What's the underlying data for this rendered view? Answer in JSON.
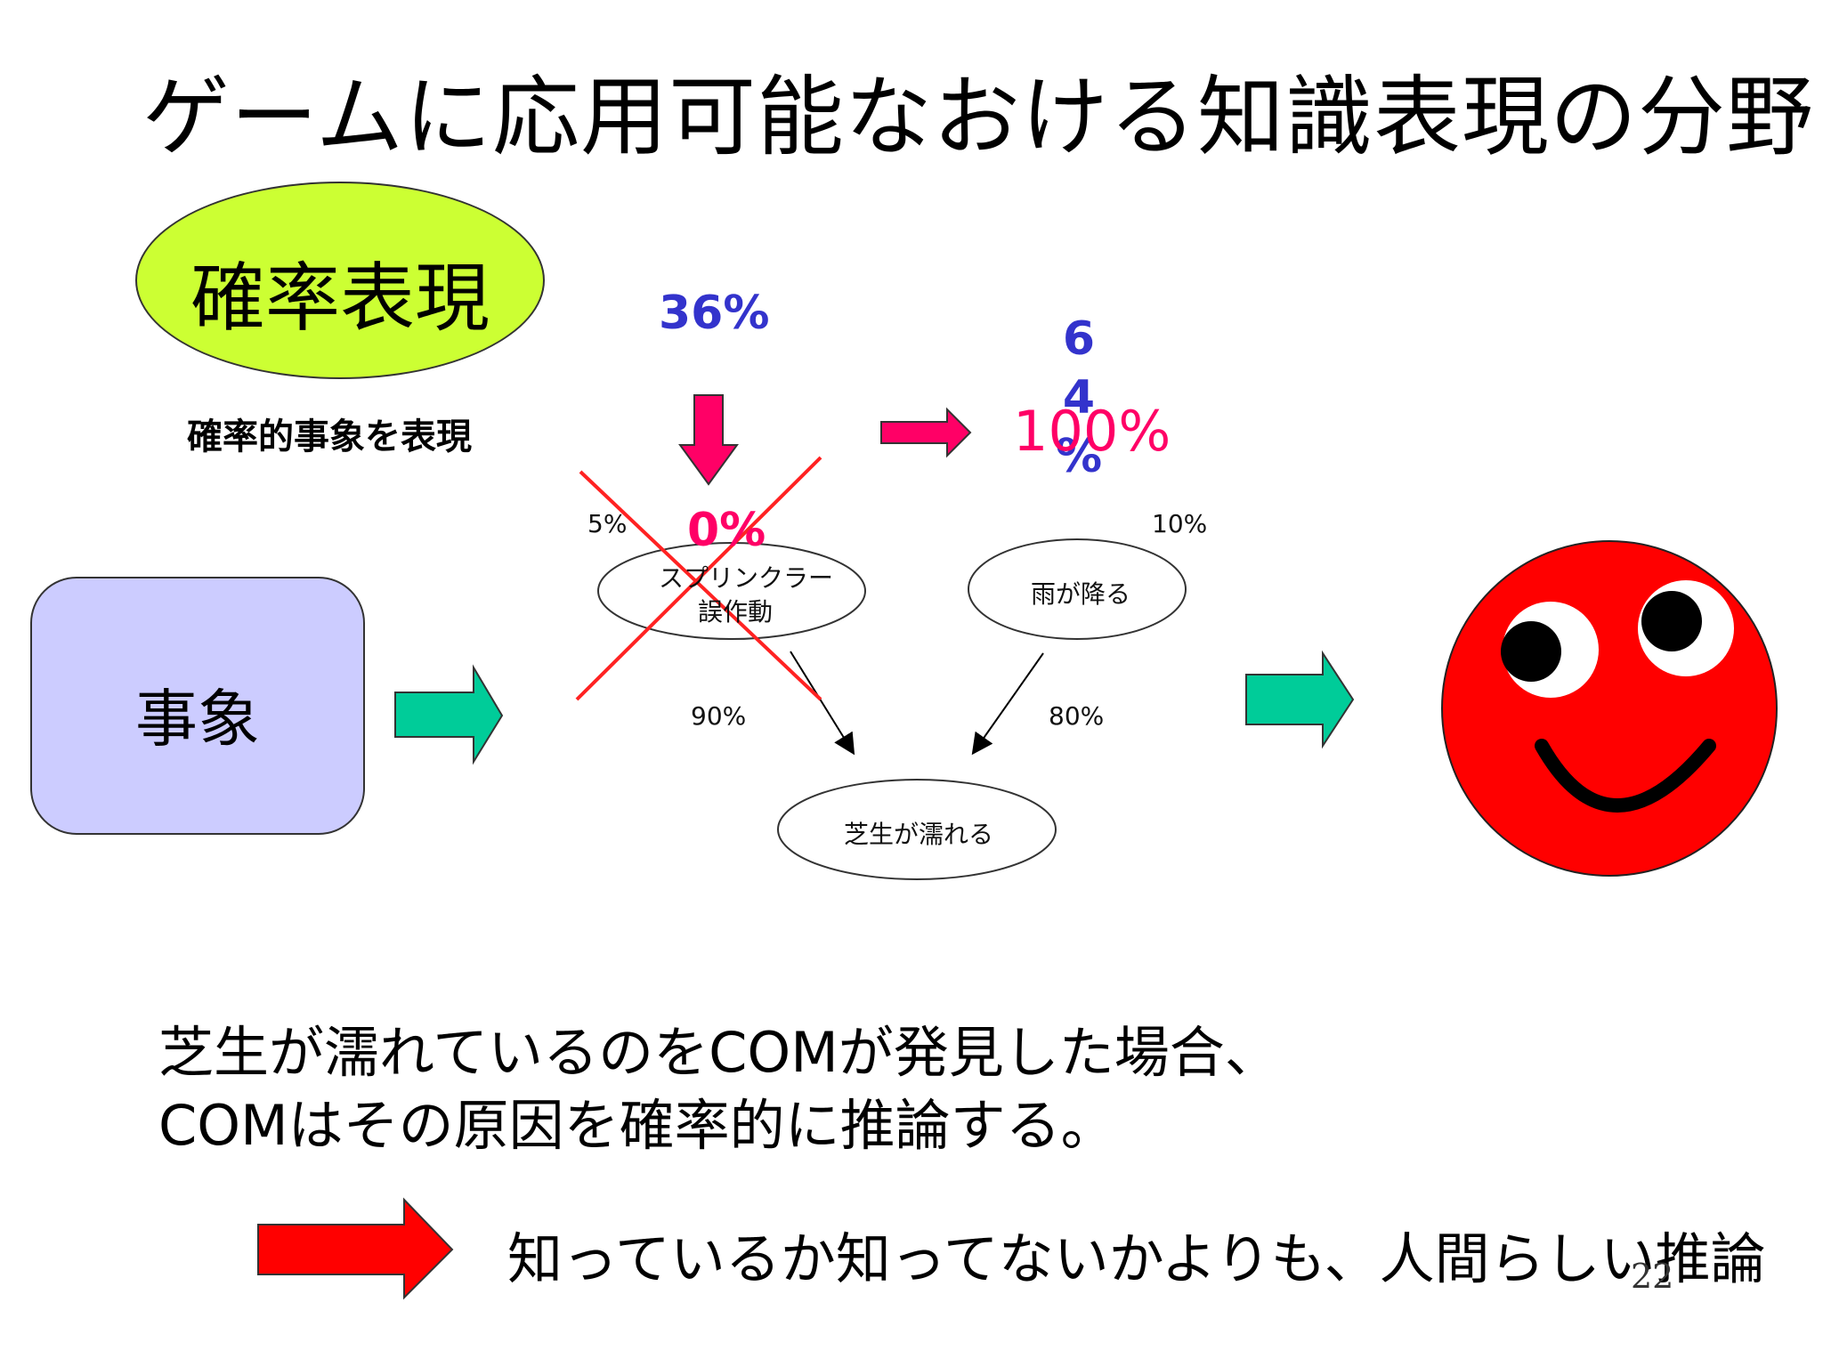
{
  "title": "ゲームに応用可能なおける知識表現の分野",
  "category_label": "確率表現",
  "category_subtitle": "確率的事象を表現",
  "event_label": "事象",
  "diagram": {
    "nodes": {
      "sprinkler_line1": "スプリンクラー",
      "sprinkler_line2": "誤作動",
      "rain": "雨が降る",
      "lawn": "芝生が濡れる"
    },
    "edge_labels": {
      "prior_sprinkler": "5%",
      "prior_rain": "10%",
      "sprinkler_to_lawn": "90%",
      "rain_to_lawn": "80%"
    },
    "overlay": {
      "top_percent": "36%",
      "stack_chars": [
        "6",
        "4",
        "%"
      ],
      "pink_percent": "100%",
      "zero_percent": "0%"
    }
  },
  "body_text": {
    "line1": "芝生が濡れているのをCOMが発見した場合、",
    "line2": "COMはその原因を確率的に推論する。"
  },
  "conclusion": "知っているか知ってないかよりも、人間らしい推論",
  "page_number": "22",
  "colors": {
    "ellipse_fill": "#ccff33",
    "event_fill": "#ccccff",
    "teal_arrow": "#00cc99",
    "pink_arrow": "#ff0066",
    "red_arrow": "#ff0000",
    "cross": "#ff0000",
    "face": "#ff0000"
  }
}
